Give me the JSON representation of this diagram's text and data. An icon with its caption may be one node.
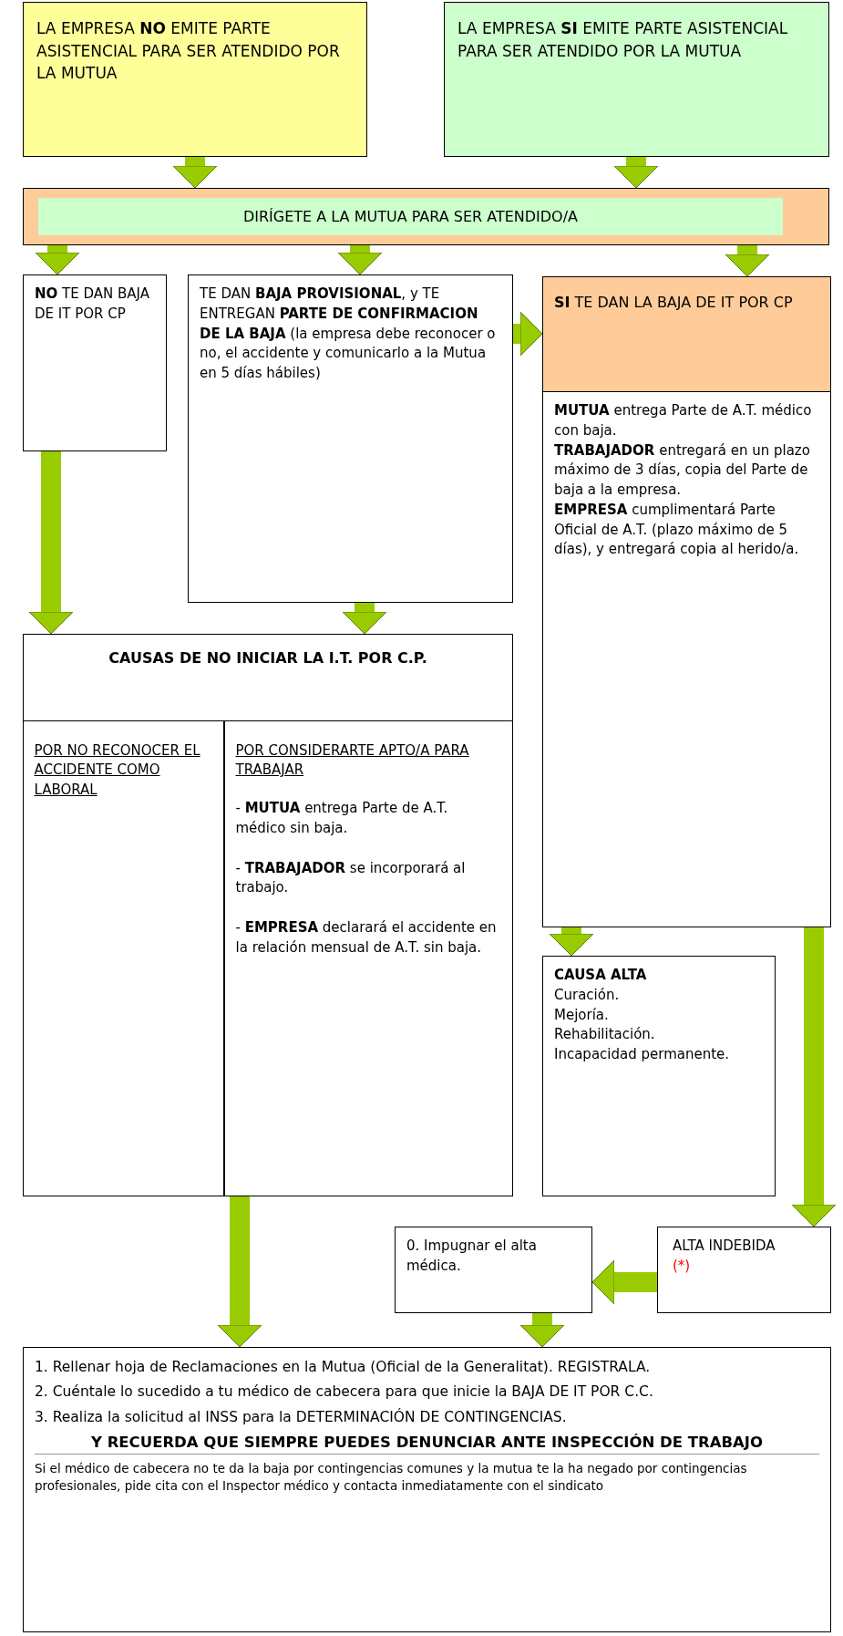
{
  "diagram": {
    "nodes": [
      {
        "text": [
          "LA EMPRESA **NO** EMITE PARTE ASISTENCIAL PARA SER ATENDIDO POR LA MUTUA"
        ]
      },
      {
        "text": [
          "LA EMPRESA **SI** EMITE PARTE ASISTENCIAL PARA SER ATENDIDO POR LA MUTUA"
        ]
      },
      {
        "text": [
          "DIRÍGETE A LA MUTUA PARA SER ATENDIDO/A"
        ]
      },
      {
        "text": [
          "**NO** TE DAN BAJA DE IT POR CP"
        ]
      },
      {
        "text": [
          "TE DAN **BAJA PROVISIONAL**, y TE ENTREGAN **PARTE DE CONFIRMACION DE LA BAJA** (la empresa debe reconocer o no, el accidente y comunicarlo a la Mutua en 5 días hábiles)"
        ]
      },
      {
        "text": [
          "**SI** TE DAN LA BAJA DE IT POR CP",
          "**MUTUA** entrega Parte de A.T. médico con baja.",
          "**TRABAJADOR** entregará en un plazo máximo de 3 días, copia del Parte de baja a la empresa.",
          "**EMPRESA** cumplimentará Parte Oficial de A.T. (plazo máximo de 5 días), y entregará copia al herido/a."
        ]
      },
      {
        "text": [
          "CAUSAS DE NO INICIAR LA I.T. POR C.P."
        ]
      },
      {
        "text": [
          "POR NO RECONOCER EL ACCIDENTE COMO LABORAL"
        ],
        "in": 6
      },
      {
        "text": [
          "POR CONSIDERARTE APTO/A PARA TRABAJAR",
          "- **MUTUA** entrega Parte de A.T. médico sin baja.",
          "- **TRABAJADOR** se incorporará al trabajo.",
          "- **EMPRESA** declarará el accidente en la relación mensual de A.T. sin baja."
        ],
        "in": 6
      },
      {
        "text": [
          "CAUSA ALTA",
          "Curación.",
          "Mejoría.",
          "Rehabilitación.",
          "Incapacidad permanente."
        ]
      },
      {
        "text": [
          "0. Impugnar el alta médica."
        ]
      },
      {
        "text": [
          "ALTA INDEBIDA",
          "(*)"
        ]
      },
      {
        "text": [
          "1. Rellenar hoja de Reclamaciones en la Mutua (Oficial de la Generalitat). REGISTRALA.",
          "2. Cuéntale lo sucedido a tu médico de cabecera para que inicie la BAJA DE IT POR C.C.",
          "3. Realiza la solicitud al INSS para la DETERMINACIÓN DE CONTINGENCIAS.",
          "Y RECUERDA QUE SIEMPRE PUEDES DENUNCIAR ANTE INSPECCIÓN DE TRABAJO",
          "Si el médico de cabecera no te da la baja por contingencias comunes y la mutua te la ha negado por contingencias profesionales, pide cita con el Inspector médico y contacta inmediatamente con el sindicato"
        ]
      }
    ],
    "edges": [
      {
        "from": 0,
        "to": 2,
        "arrow": "to"
      },
      {
        "from": 1,
        "to": 2,
        "arrow": "to"
      },
      {
        "from": 2,
        "to": 3,
        "arrow": "to"
      },
      {
        "from": 2,
        "to": 4,
        "arrow": "to"
      },
      {
        "from": 2,
        "to": 5,
        "arrow": "to"
      },
      {
        "from": 4,
        "to": 5,
        "arrow": "to"
      },
      {
        "from": 3,
        "to": 6,
        "arrow": "to"
      },
      {
        "from": 4,
        "to": 6,
        "arrow": "to"
      },
      {
        "from": 5,
        "to": 9,
        "arrow": "to"
      },
      {
        "from": 5,
        "to": 11,
        "arrow": "to"
      },
      {
        "from": 11,
        "to": 10,
        "arrow": "to"
      },
      {
        "from": 6,
        "to": 12,
        "arrow": "to"
      },
      {
        "from": 10,
        "to": 12,
        "arrow": "to"
      }
    ]
  }
}
